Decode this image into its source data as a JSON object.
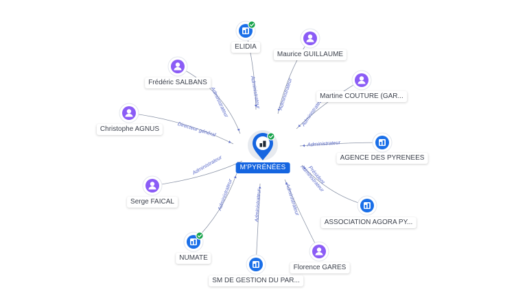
{
  "center": {
    "label": "M'PYRÉNÉES",
    "verified": true,
    "icon": "company-icon"
  },
  "colors": {
    "person": "#8b5cf6",
    "company": "#1a6fe8",
    "center": "#1565e0",
    "verified": "#16a34a",
    "edge": "#8a93a6",
    "edge_label": "#5b6bc9"
  },
  "nodes": [
    {
      "id": "elidia",
      "label": "ELIDIA",
      "type": "company",
      "verified": true,
      "relation": "Administrateur"
    },
    {
      "id": "maurice-guillaume",
      "label": "Maurice GUILLAUME",
      "type": "person",
      "verified": false,
      "relation": "Administrateur"
    },
    {
      "id": "martine-couture",
      "label": "Martine COUTURE (GAR...",
      "type": "person",
      "verified": false,
      "relation": "Administrateur"
    },
    {
      "id": "agence-des-pyrenees",
      "label": "AGENCE DES PYRENEES",
      "type": "company",
      "verified": false,
      "relation": "Administrateur"
    },
    {
      "id": "association-agora",
      "label": "ASSOCIATION AGORA PY...",
      "type": "company",
      "verified": false,
      "relation": "Président Administrateur"
    },
    {
      "id": "florence-gares",
      "label": "Florence GARES",
      "type": "person",
      "verified": false,
      "relation": "Administrateur"
    },
    {
      "id": "sm-de-gestion",
      "label": "SM DE GESTION DU PAR...",
      "type": "company",
      "verified": false,
      "relation": "Administrateur"
    },
    {
      "id": "numate",
      "label": "NUMATE",
      "type": "company",
      "verified": true,
      "relation": "Administrateur"
    },
    {
      "id": "serge-faical",
      "label": "Serge FAICAL",
      "type": "person",
      "verified": false,
      "relation": "Administrateur"
    },
    {
      "id": "christophe-agnus",
      "label": "Christophe AGNUS",
      "type": "person",
      "verified": false,
      "relation": "Directeur général"
    },
    {
      "id": "frederic-salbans",
      "label": "Frédéric SALBANS",
      "type": "person",
      "verified": false,
      "relation": "Administrateur"
    }
  ]
}
